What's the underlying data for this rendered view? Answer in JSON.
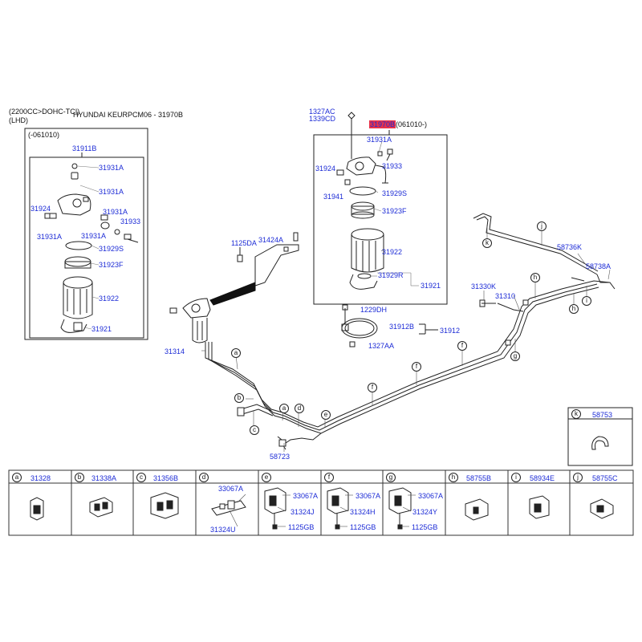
{
  "header": {
    "variant": "(2200CC>DOHC-TCI)",
    "title": "HYUNDAI KEURPCM06 - 31970B",
    "drive": "(LHD)"
  },
  "inset": {
    "date_range": "(-061010)",
    "labels": [
      "31911B",
      "31931A",
      "31931A",
      "31924",
      "31931A",
      "31931A",
      "31933",
      "31931A",
      "31929S",
      "31923F",
      "31922",
      "31921"
    ]
  },
  "main_box": {
    "highlight": "31970B",
    "date_range": "(061010-)",
    "labels": [
      "31931A",
      "31933",
      "31924",
      "31941",
      "31929S",
      "31923F",
      "31922",
      "31929R",
      "31921"
    ]
  },
  "top_parts": {
    "a": "1327AC",
    "b": "1339CD"
  },
  "bracket": {
    "b1": "1125DA",
    "b2": "31424A"
  },
  "clamp": {
    "c1": "1229DH",
    "c2": "31912B",
    "c3": "31912",
    "c4": "1327AA"
  },
  "lines": {
    "l31314": "31314",
    "l31330K": "31330K",
    "l31310": "31310",
    "l58736K": "58736K",
    "l58738A": "58738A",
    "l58723": "58723"
  },
  "callouts": [
    "a",
    "b",
    "c",
    "d",
    "e",
    "f",
    "f",
    "f",
    "g",
    "h",
    "h",
    "i",
    "j",
    "k"
  ],
  "side_box": {
    "letter": "k",
    "part": "58753"
  },
  "legend": [
    {
      "letter": "a",
      "parts": [
        "31328"
      ]
    },
    {
      "letter": "b",
      "parts": [
        "31338A"
      ]
    },
    {
      "letter": "c",
      "parts": [
        "31356B"
      ]
    },
    {
      "letter": "d",
      "parts": [
        "33067A",
        "31324U"
      ]
    },
    {
      "letter": "e",
      "parts": [
        "33067A",
        "31324J",
        "1125GB"
      ]
    },
    {
      "letter": "f",
      "parts": [
        "33067A",
        "31324H",
        "1125GB"
      ]
    },
    {
      "letter": "g",
      "parts": [
        "33067A",
        "31324Y",
        "1125GB"
      ]
    },
    {
      "letter": "h",
      "parts": [
        "58755B"
      ]
    },
    {
      "letter": "i",
      "parts": [
        "58934E"
      ]
    },
    {
      "letter": "j",
      "parts": [
        "58755C"
      ]
    }
  ],
  "colors": {
    "label_blue": "#1c2bd6",
    "highlight_red": "#e8324a",
    "line": "#222222"
  }
}
